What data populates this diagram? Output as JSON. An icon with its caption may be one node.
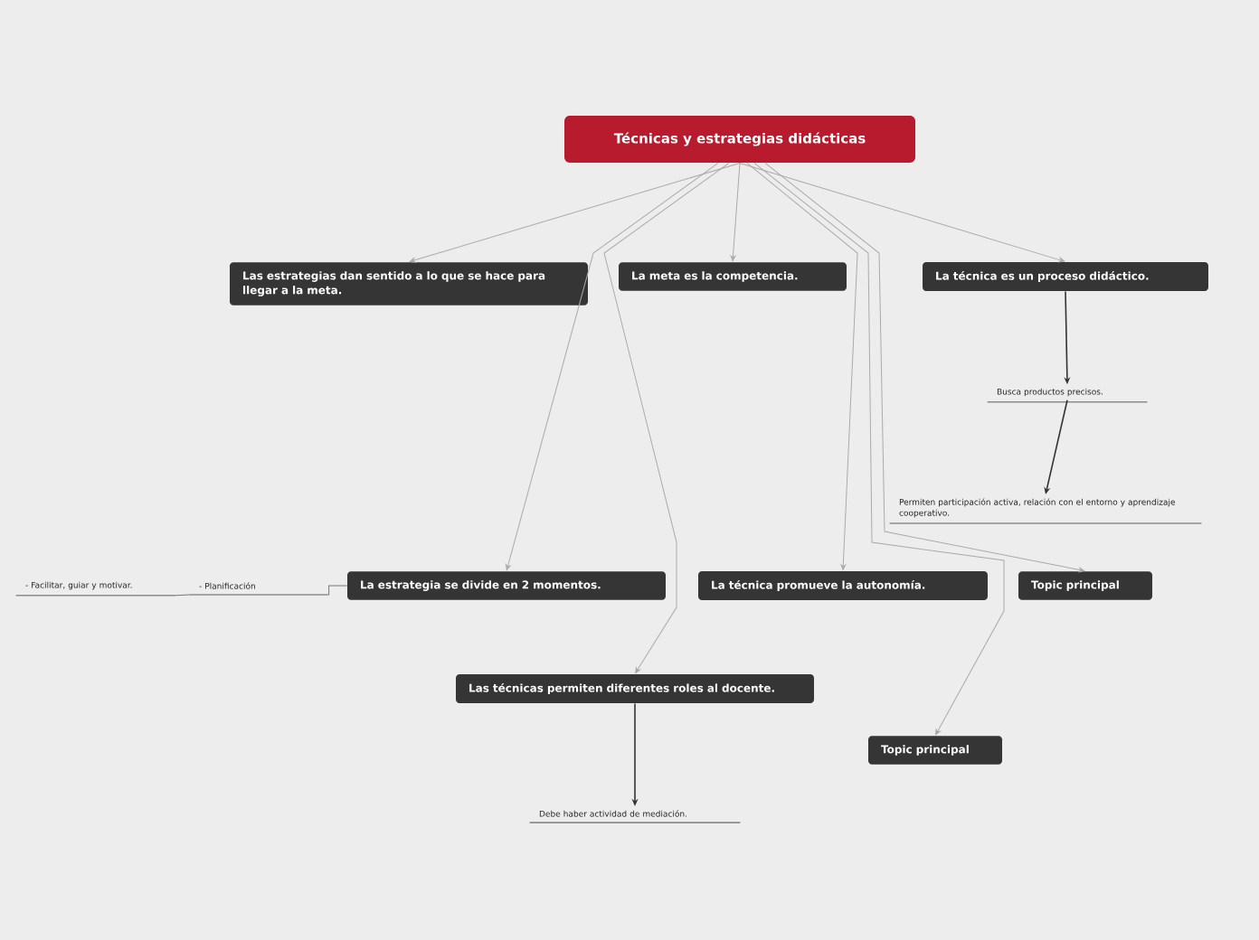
{
  "diagram": {
    "nodes": [
      {
        "text": [
          "Técnicas y estrategias didácticas"
        ]
      },
      {
        "text": [
          "Las estrategias dan sentido a lo que se hace para llegar a la meta."
        ]
      },
      {
        "text": [
          "La meta es la competencia."
        ]
      },
      {
        "text": [
          "La técnica es un proceso didáctico."
        ]
      },
      {
        "text": [
          "Busca productos precisos."
        ]
      },
      {
        "text": [
          "Permiten participación activa, relación con el entorno y aprendizaje cooperativo."
        ]
      },
      {
        "text": [
          "La estrategia se divide en 2 momentos."
        ]
      },
      {
        "text": [
          "- Planificación"
        ]
      },
      {
        "text": [
          "- Facilitar, guiar y motivar."
        ]
      },
      {
        "text": [
          "La técnica promueve la autonomía."
        ]
      },
      {
        "text": [
          "Topic principal"
        ]
      },
      {
        "text": [
          "Las técnicas permiten diferentes roles al docente."
        ]
      },
      {
        "text": [
          "Debe haber actividad de mediación."
        ]
      },
      {
        "text": [
          "Topic principal"
        ]
      }
    ],
    "edges": [
      {
        "from": 0,
        "to": 1,
        "arrow": "to"
      },
      {
        "from": 0,
        "to": 2,
        "arrow": "to"
      },
      {
        "from": 0,
        "to": 3,
        "arrow": "to"
      },
      {
        "from": 0,
        "to": 6,
        "arrow": "to"
      },
      {
        "from": 0,
        "to": 11,
        "arrow": "to"
      },
      {
        "from": 0,
        "to": 9,
        "arrow": "to"
      },
      {
        "from": 0,
        "to": 13,
        "arrow": "to"
      },
      {
        "from": 0,
        "to": 10,
        "arrow": "to"
      },
      {
        "from": 3,
        "to": 4,
        "arrow": "to",
        "color": "#333333"
      },
      {
        "from": 4,
        "to": 5,
        "arrow": "to",
        "color": "#333333"
      },
      {
        "from": 6,
        "to": 7,
        "arrow": "none",
        "color": "#777777"
      },
      {
        "from": 7,
        "to": 8,
        "arrow": "none",
        "color": "#777777"
      },
      {
        "from": 11,
        "to": 12,
        "arrow": "to",
        "color": "#333333"
      }
    ]
  }
}
